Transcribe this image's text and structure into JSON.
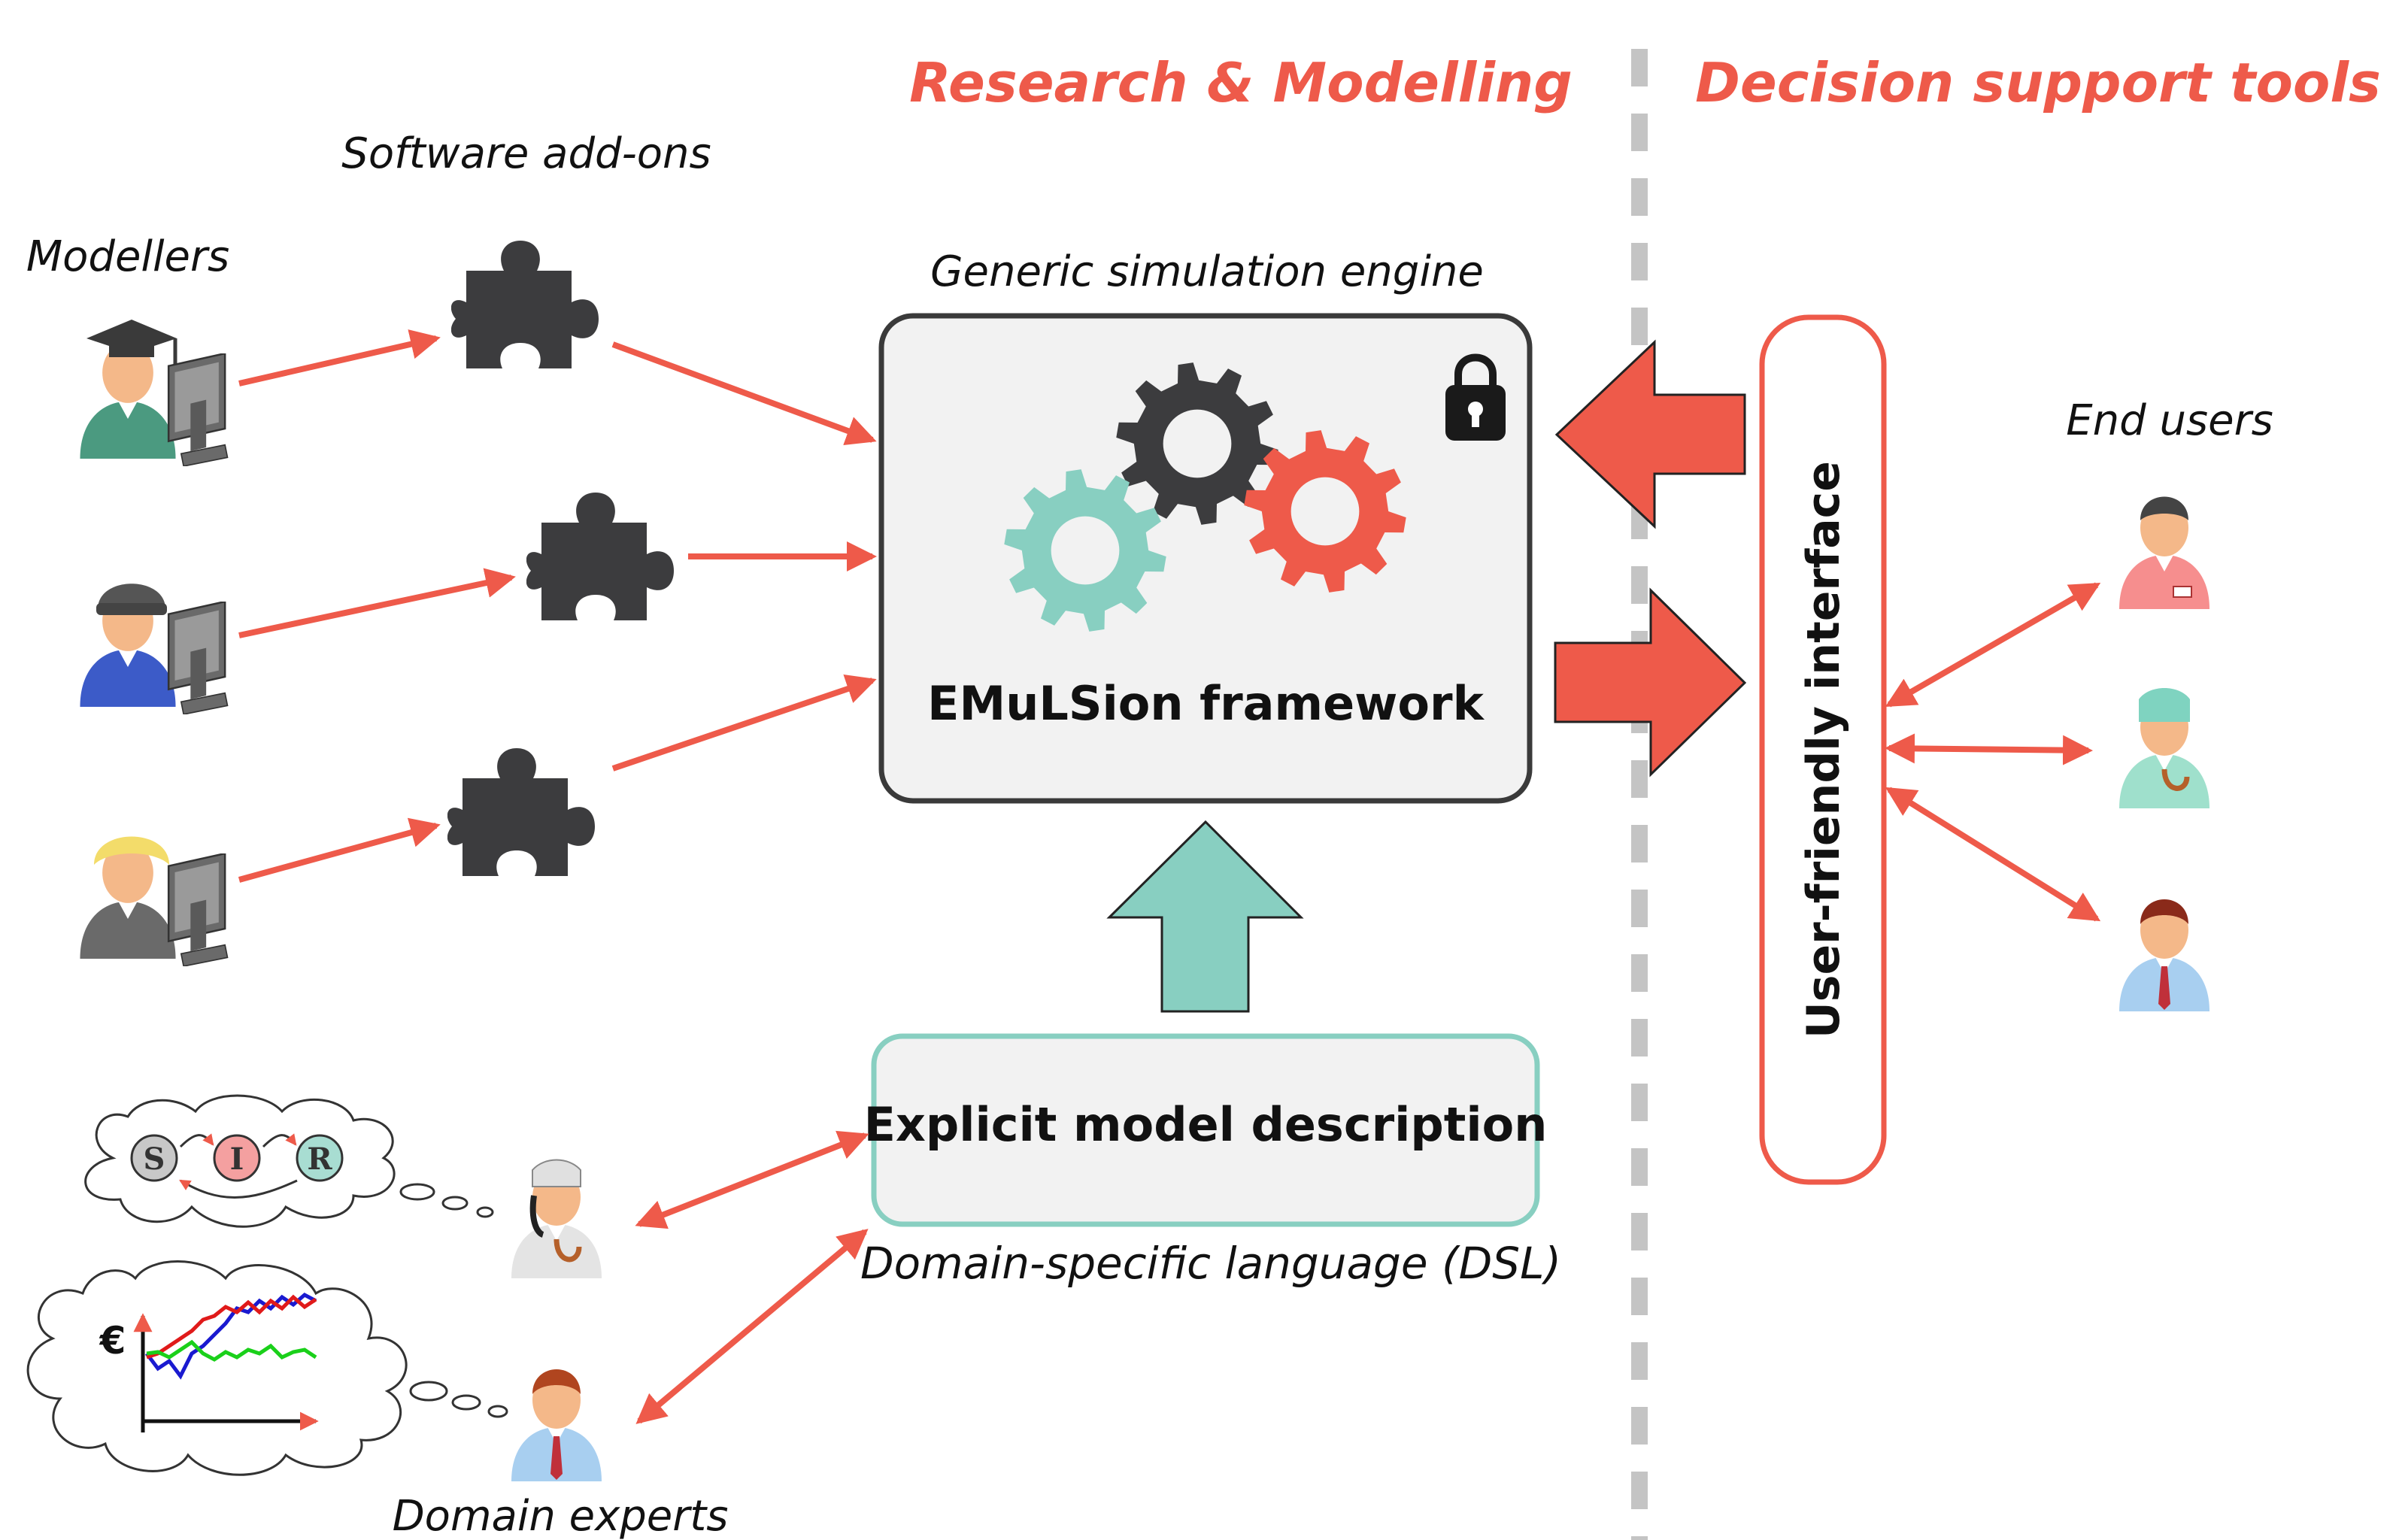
{
  "headings": {
    "left": "Research & Modelling",
    "right": "Decision support tools"
  },
  "labels": {
    "modellers": "Modellers",
    "addons": "Software add-ons",
    "engine": "Generic simulation engine",
    "framework": "EMuLSion framework",
    "model_description": "Explicit model description",
    "dsl": "Domain-specific language (DSL)",
    "ui": "User-friendly interface",
    "end_users": "End users",
    "domain_experts": "Domain experts"
  },
  "sir": {
    "s": "S",
    "i": "I",
    "r": "R"
  },
  "thought_chart": {
    "currency": "€"
  },
  "colors": {
    "accent": "#ee5a4a",
    "teal": "#88cfc1",
    "dark": "#3c3c3e",
    "box_fill": "#f2f2f2",
    "divider": "#c4c4c4"
  },
  "icons": {
    "modellers": [
      "graduate-modeller-icon",
      "beanie-modeller-icon",
      "blonde-modeller-icon"
    ],
    "addons": [
      "puzzle-piece-icon",
      "puzzle-piece-icon",
      "puzzle-piece-icon"
    ],
    "end_users": [
      "nurse-user-icon",
      "surgeon-user-icon",
      "businessman-user-icon"
    ],
    "experts": [
      "doctor-expert-icon",
      "businessman-expert-icon"
    ]
  }
}
